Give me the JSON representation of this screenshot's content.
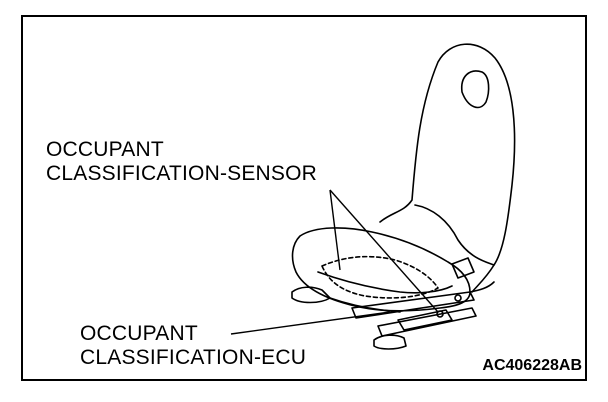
{
  "sensor_label": {
    "line1": "OCCUPANT",
    "line2": "CLASSIFICATION-SENSOR"
  },
  "ecu_label": {
    "line1": "OCCUPANT",
    "line2": "CLASSIFICATION-ECU"
  },
  "figure_code": "AC406228AB"
}
